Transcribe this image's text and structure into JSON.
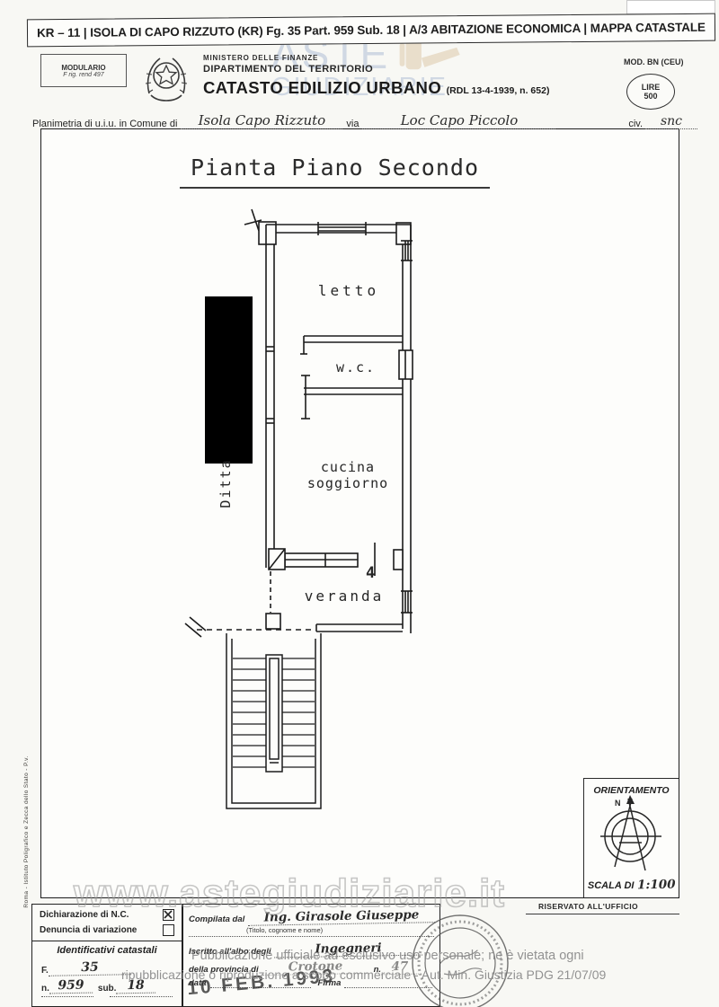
{
  "header": {
    "top_bar": "KR – 11 | ISOLA DI CAPO RIZZUTO (KR) Fg. 35 Part. 959 Sub. 18 | A/3 ABITAZIONE ECONOMICA | MAPPA CATASTALE",
    "modulario_line1": "MODULARIO",
    "modulario_line2": "F rig. rend 497",
    "ministero": "MINISTERO DELLE FINANZE",
    "dipartimento": "DIPARTIMENTO DEL TERRITORIO",
    "catasto": "CATASTO EDILIZIO URBANO",
    "catasto_ref": "(RDL 13-4-1939, n. 652)",
    "mod_label": "MOD. BN (CEU)",
    "lire_label": "LIRE",
    "lire_value": "500"
  },
  "planimetria": {
    "label_comune": "Planimetria di u.i.u. in Comune di",
    "comune": "Isola Capo Rizzuto",
    "label_via": "via",
    "via": "Loc Capo Piccolo",
    "label_civ": "civ.",
    "civ": "snc"
  },
  "plan": {
    "title": "Pianta Piano Secondo",
    "room_letto": "letto",
    "room_wc": "w.c.",
    "room_cucina_line1": "cucina",
    "room_cucina_line2": "soggiorno",
    "room_veranda": "veranda",
    "ditta": "Ditta",
    "door_mark": "4"
  },
  "orientamento": {
    "title": "ORIENTAMENTO",
    "north": "N",
    "scala_label": "SCALA DI",
    "scala_value": "1:100"
  },
  "ufficio": {
    "riservato": "RISERVATO ALL'UFFICIO"
  },
  "dichiarazioni": {
    "row1": "Dichiarazione di N.C.",
    "row2": "Denuncia di variazione",
    "identificativi_title": "Identificativi catastali",
    "f_label": "F.",
    "f_value": "35",
    "n_label": "n.",
    "n_value": "959",
    "sub_label": "sub.",
    "sub_value": "18"
  },
  "compilazione": {
    "compilata_label": "Compilata dal",
    "compilata_value": "Ing. Girasole Giuseppe",
    "compilata_hint": "(Titolo, cognome e nome)",
    "iscritto_label": "Iscritto all'albo degli",
    "iscritto_value": "Ingegneri",
    "provincia_label": "della provincia di",
    "provincia_value": "Crotone",
    "albo_n_label": "n.",
    "albo_n_value": "47",
    "data_label": "data",
    "firma_label": "Firma",
    "date_stamp": "10 FEB. 1993"
  },
  "margin_note": "Roma - Istituto Poligrafico e Zecca dello Stato - P.v.",
  "watermarks": {
    "aste": "ASTE",
    "giudiziarie": "GIUDIZIARIE",
    "site": "www.astegiudiziarie.it",
    "disclaimer1": "Pubblicazione ufficiale ad esclusivo uso personale; ne è vietata ogni",
    "disclaimer2": "ripubblicazione o riproduzione a scopo commerciale - Aut. Min. Giustizia PDG 21/07/09",
    "aste_color": "#b7c4d8",
    "gavel_color": "#dcc6a6",
    "disclaimer_color": "#8d8d8d"
  }
}
